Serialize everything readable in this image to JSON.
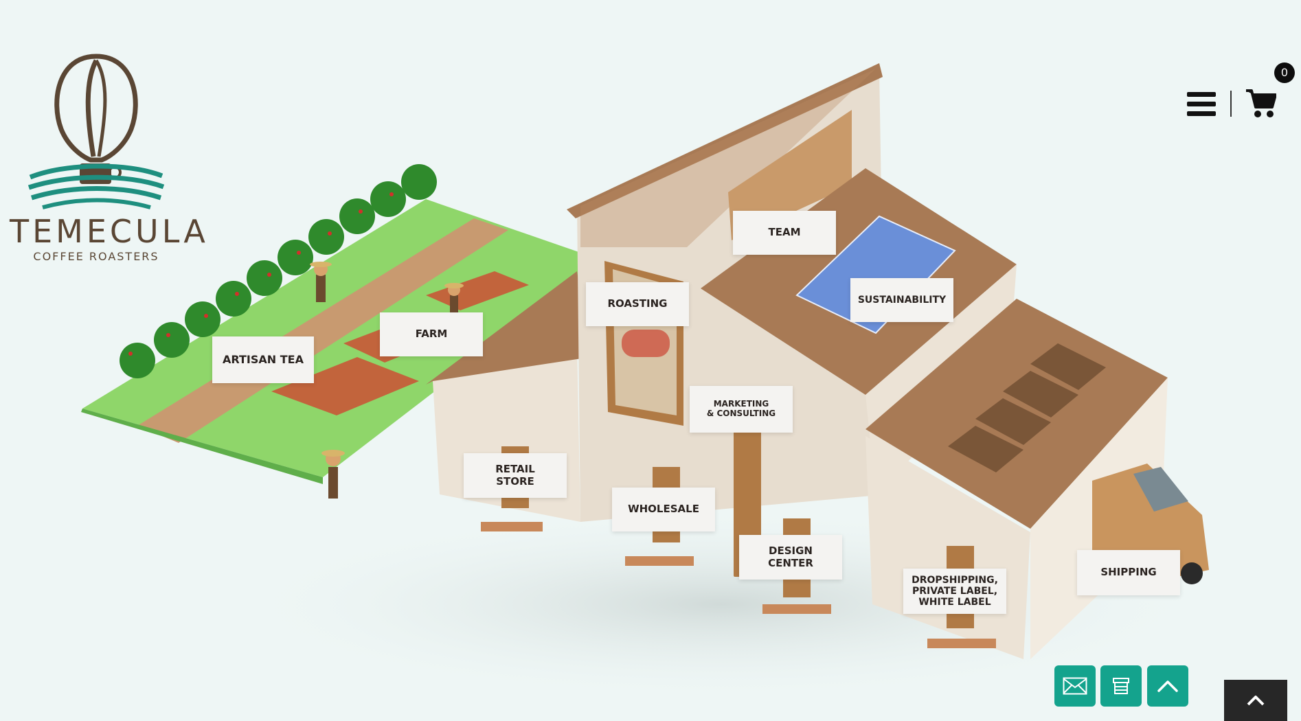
{
  "brand": {
    "name": "TEMECULA",
    "tagline": "COFFEE ROASTERS"
  },
  "header": {
    "cart_count": "0",
    "menu_icon": "hamburger-icon",
    "cart_icon": "shopping-cart-icon"
  },
  "hotspots": [
    {
      "key": "team",
      "label": "TEAM"
    },
    {
      "key": "sustainability",
      "label": "SUSTAINABILITY"
    },
    {
      "key": "roasting",
      "label": "ROASTING"
    },
    {
      "key": "farm",
      "label": "FARM"
    },
    {
      "key": "artisan-tea",
      "label": "ARTISAN TEA"
    },
    {
      "key": "marketing",
      "label": "MARKETING\n& CONSULTING"
    },
    {
      "key": "retail-store",
      "label": "RETAIL\nSTORE"
    },
    {
      "key": "wholesale",
      "label": "WHOLESALE"
    },
    {
      "key": "design-center",
      "label": "DESIGN\nCENTER"
    },
    {
      "key": "dropshipping",
      "label": "DROPSHIPPING,\nPRIVATE LABEL,\nWHITE LABEL"
    },
    {
      "key": "shipping",
      "label": "SHIPPING"
    }
  ],
  "floating": {
    "email_icon": "envelope-icon",
    "store_icon": "storefront-icon",
    "up_icon": "chevron-up-icon",
    "back_to_top_icon": "caret-up-icon"
  },
  "colors": {
    "accent": "#14a38d",
    "brand_brown": "#5a4634",
    "brand_teal": "#1e8f7f",
    "roof": "#a87a55",
    "wall": "#ece3d6",
    "grass": "#8fd66a"
  }
}
